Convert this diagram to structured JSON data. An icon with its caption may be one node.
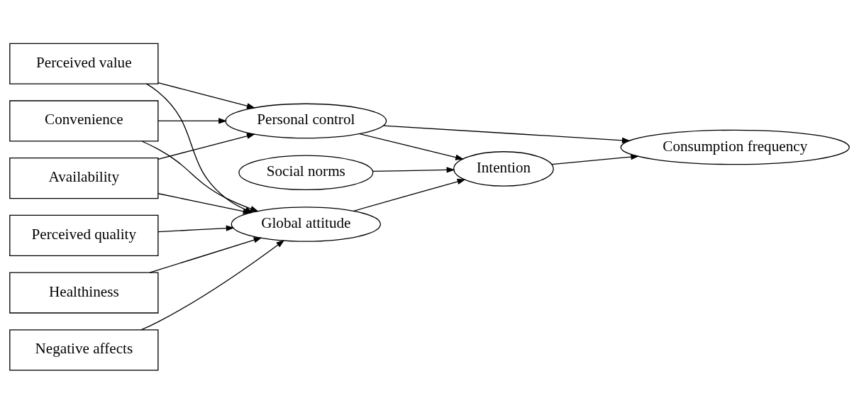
{
  "diagram": {
    "nodes": [
      {
        "text": [
          "Perceived quality"
        ]
      },
      {
        "text": [
          "Healthiness"
        ]
      },
      {
        "text": [
          "Negative affects"
        ]
      },
      {
        "text": [
          "Perceived value"
        ]
      },
      {
        "text": [
          "Convenience"
        ]
      },
      {
        "text": [
          "Availability"
        ]
      },
      {
        "text": [
          "Global attitude"
        ]
      },
      {
        "text": [
          "Social norms"
        ]
      },
      {
        "text": [
          "Personal control"
        ]
      },
      {
        "text": [
          "Intention"
        ]
      },
      {
        "text": [
          "Consumption frequency"
        ]
      }
    ],
    "edges": [
      {
        "from": 0,
        "to": 6,
        "arrow": "to"
      },
      {
        "from": 1,
        "to": 6,
        "arrow": "to"
      },
      {
        "from": 2,
        "to": 6,
        "arrow": "to"
      },
      {
        "from": 3,
        "to": 6,
        "arrow": "to"
      },
      {
        "from": 3,
        "to": 8,
        "arrow": "to"
      },
      {
        "from": 4,
        "to": 6,
        "arrow": "to"
      },
      {
        "from": 4,
        "to": 8,
        "arrow": "to"
      },
      {
        "from": 5,
        "to": 6,
        "arrow": "to"
      },
      {
        "from": 5,
        "to": 8,
        "arrow": "to"
      },
      {
        "from": 6,
        "to": 9,
        "arrow": "to"
      },
      {
        "from": 7,
        "to": 9,
        "arrow": "to"
      },
      {
        "from": 8,
        "to": 9,
        "arrow": "to"
      },
      {
        "from": 8,
        "to": 10,
        "arrow": "to"
      },
      {
        "from": 9,
        "to": 10,
        "arrow": "to"
      }
    ]
  }
}
